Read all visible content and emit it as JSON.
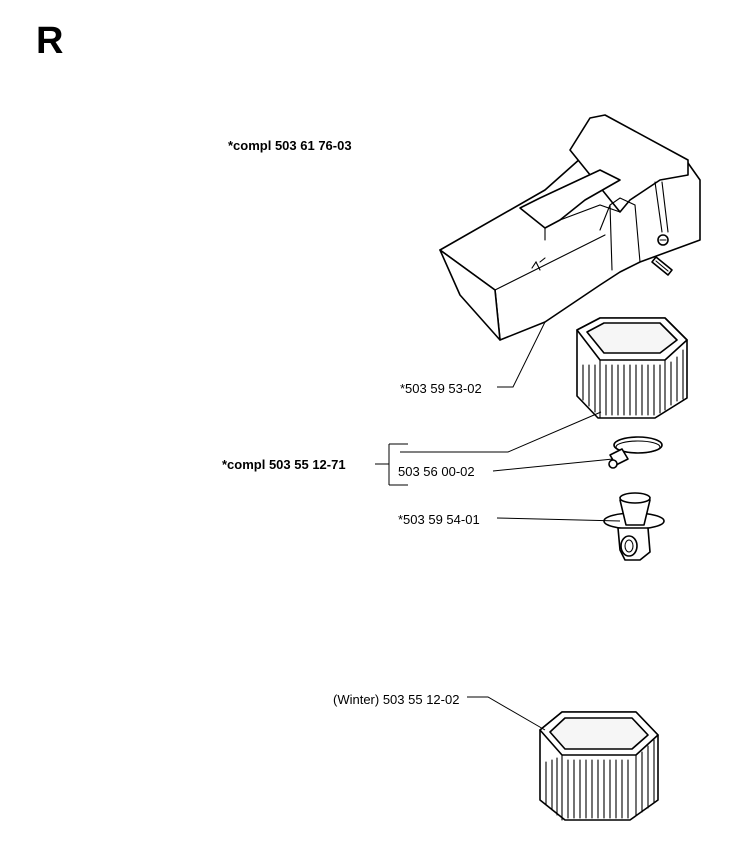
{
  "page": {
    "section_letter": "R"
  },
  "labels": {
    "cover_kit": "*compl 503 61 76-03",
    "filter": "*503 59 53-02",
    "filter_kit": "*compl 503 55 12-71",
    "hose_clamp": "503 56 00-02",
    "connector": "*503 59 54-01",
    "winter_filter": "(Winter) 503 55 12-02"
  }
}
